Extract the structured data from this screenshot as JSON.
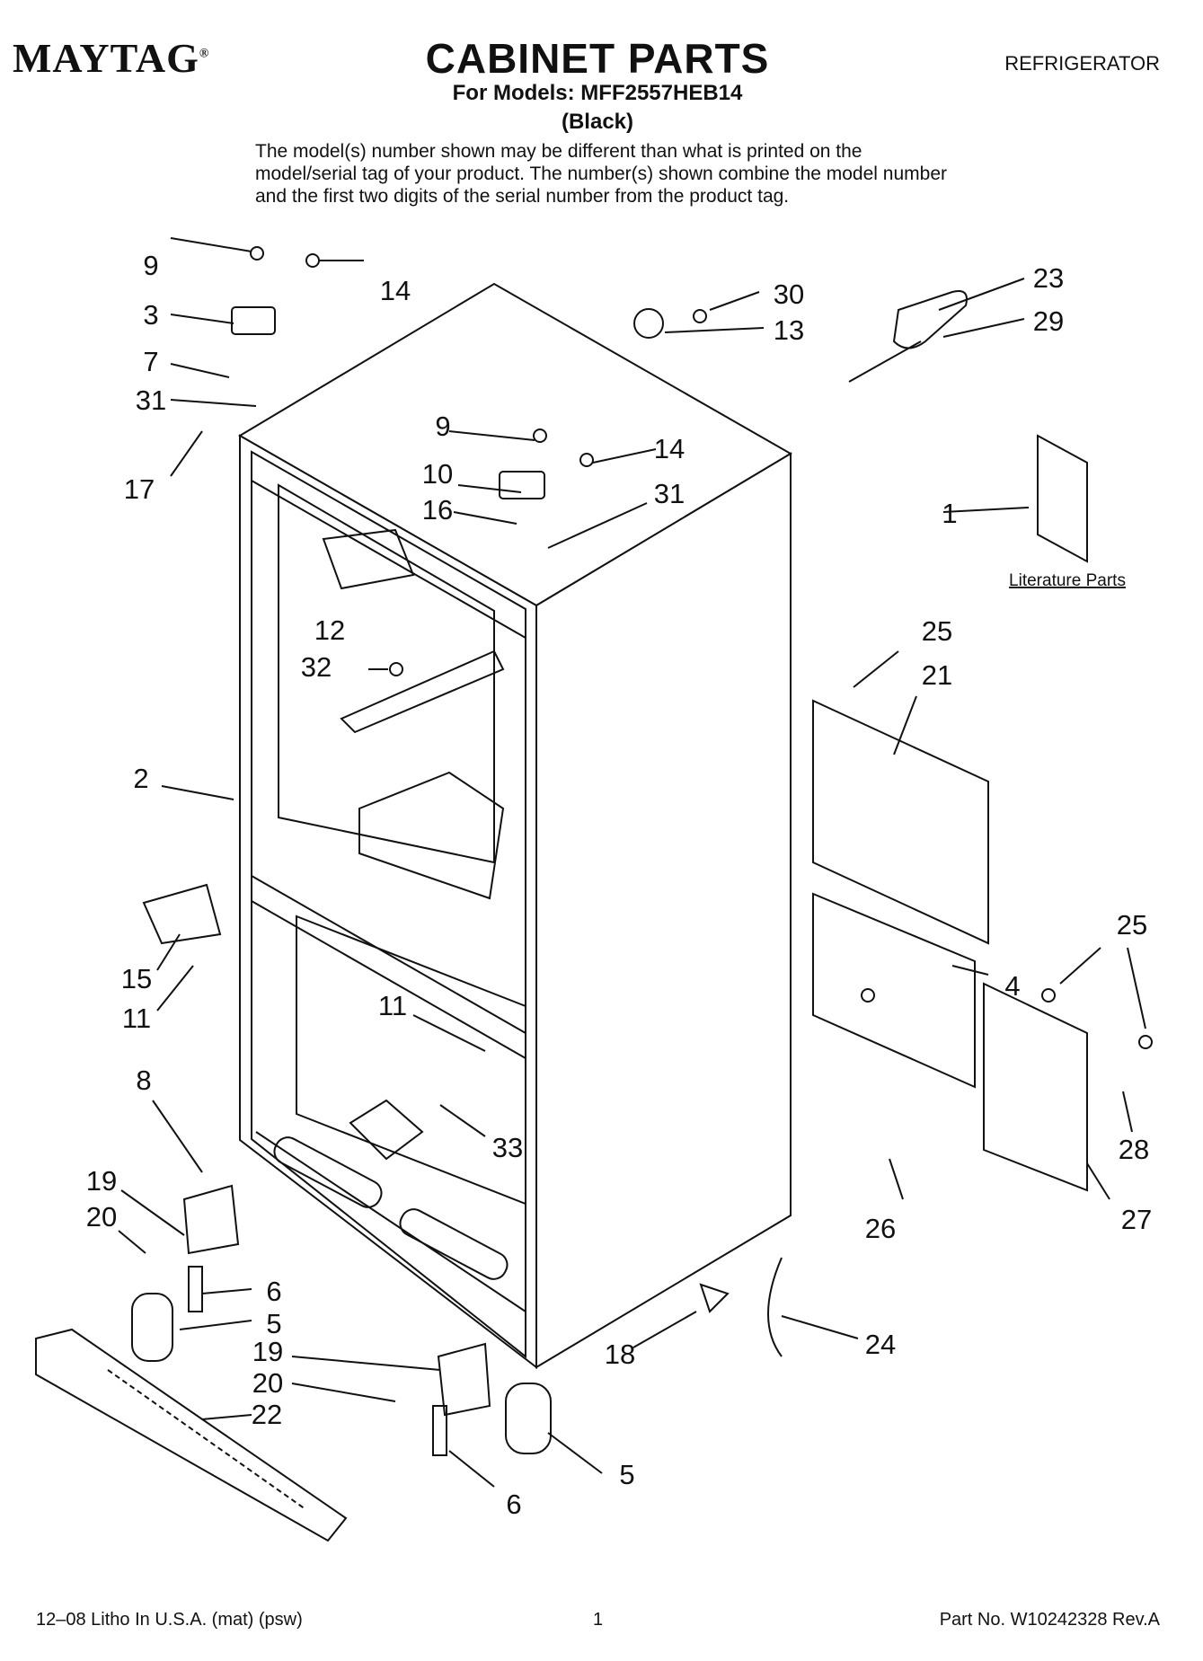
{
  "header": {
    "brand": "MAYTAG",
    "brand_mark": "®",
    "title": "CABINET PARTS",
    "models_line": "For Models: MFF2557HEB14",
    "color_line": "(Black)",
    "category": "REFRIGERATOR"
  },
  "note": "The model(s) number shown may be different than what is printed on the model/serial tag of your product. The number(s) shown combine the model number and the first two digits of the serial number from the product tag.",
  "diagram": {
    "literature_label": "Literature Parts",
    "callouts": [
      "9",
      "14",
      "3",
      "7",
      "31",
      "17",
      "30",
      "13",
      "23",
      "29",
      "9",
      "14",
      "10",
      "16",
      "31",
      "1",
      "12",
      "32",
      "25",
      "21",
      "2",
      "15",
      "11",
      "25",
      "4",
      "11",
      "8",
      "33",
      "28",
      "19",
      "20",
      "6",
      "5",
      "19",
      "20",
      "26",
      "27",
      "18",
      "24",
      "22",
      "6",
      "5"
    ]
  },
  "footer": {
    "left": "12–08 Litho In U.S.A. (mat) (psw)",
    "page": "1",
    "right": "Part No. W10242328 Rev.A"
  }
}
